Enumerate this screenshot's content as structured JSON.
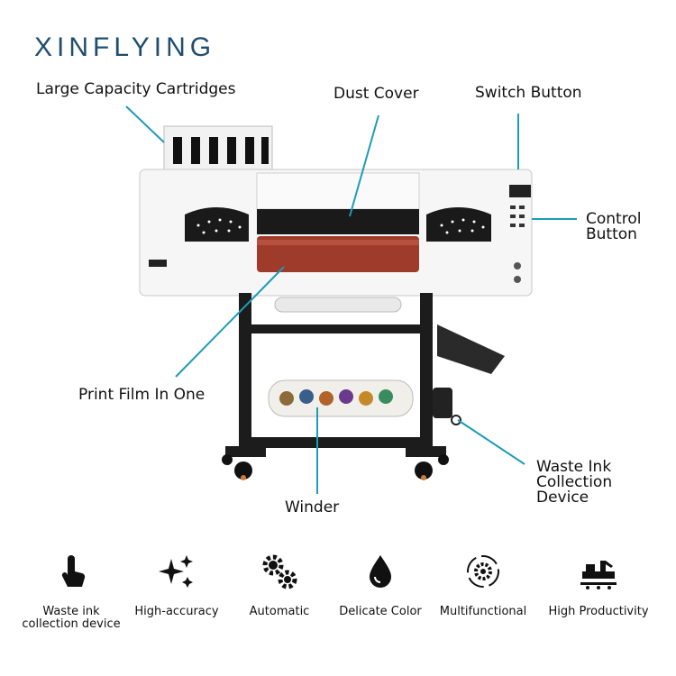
{
  "brand": {
    "name": "XINFLYING",
    "color": "#1f4e6e"
  },
  "accent": "#1e9bb8",
  "callouts": {
    "cartridges": "Large Capacity Cartridges",
    "dust_cover": "Dust Cover",
    "switch_button": "Switch Button",
    "control_button_line1": "Control",
    "control_button_line2": "Button",
    "print_film": "Print Film In One",
    "winder": "Winder",
    "waste_line1": "Waste Ink",
    "waste_line2": "Collection",
    "waste_line3": "Device"
  },
  "features": [
    {
      "icon": "hand-pointer-icon",
      "line1": "Waste ink",
      "line2": "collection device"
    },
    {
      "icon": "sparkle-icon",
      "line1": "High-accuracy",
      "line2": ""
    },
    {
      "icon": "gears-icon",
      "line1": "Automatic",
      "line2": ""
    },
    {
      "icon": "ink-drop-icon",
      "line1": "Delicate Color",
      "line2": ""
    },
    {
      "icon": "gear-cycle-icon",
      "line1": "Multifunctional",
      "line2": ""
    },
    {
      "icon": "factory-machine-icon",
      "line1": "High Productivity",
      "line2": ""
    }
  ]
}
